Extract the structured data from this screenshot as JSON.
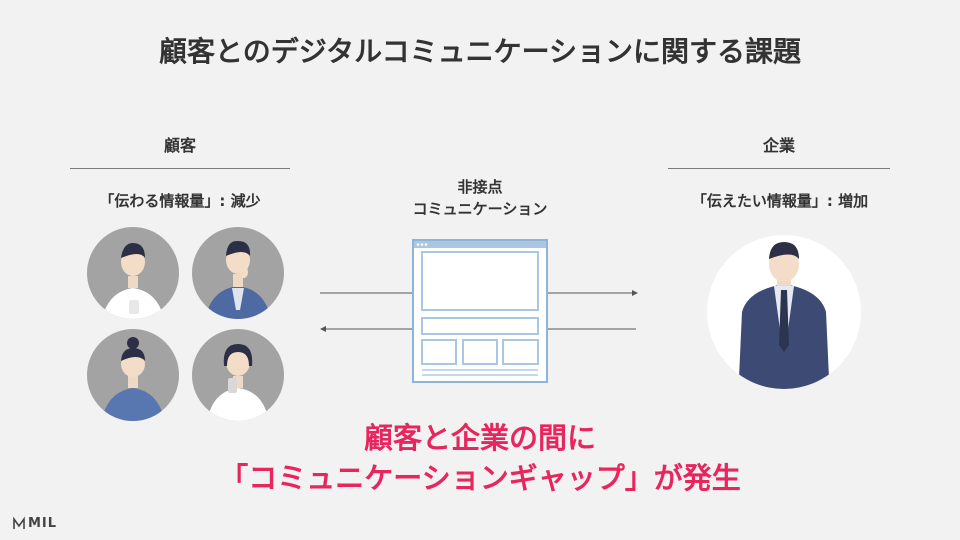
{
  "title": "顧客とのデジタルコミュニケーションに関する課題",
  "customer": {
    "heading": "顧客",
    "sub": "「伝わる情報量」: 減少"
  },
  "company": {
    "heading": "企業",
    "sub": "「伝えたい情報量」: 増加"
  },
  "center": {
    "line1": "非接点",
    "line2": "コミュニケーション"
  },
  "message": {
    "line1": "顧客と企業の間に",
    "line2": "「コミュニケーションギャップ」が発生"
  },
  "logo": "MIL",
  "colors": {
    "accent": "#e8265e",
    "suit": "#3d4a73",
    "window_border": "#8fb4d8"
  }
}
